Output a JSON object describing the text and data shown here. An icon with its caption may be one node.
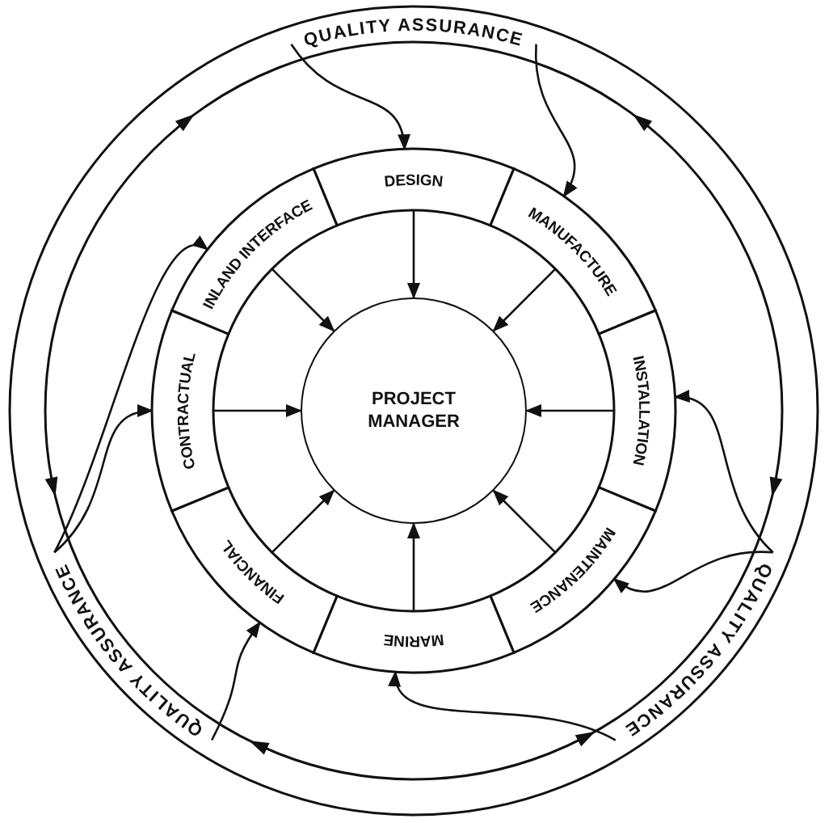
{
  "diagram": {
    "nodes": [
      {
        "text": [
          "QUALITY ASSURANCE"
        ]
      },
      {
        "text": [
          "QUALITY ASSURANCE"
        ]
      },
      {
        "text": [
          "QUALITY ASSURANCE"
        ]
      },
      {
        "text": [
          "DESIGN"
        ]
      },
      {
        "text": [
          "MANUFACTURE"
        ]
      },
      {
        "text": [
          "INSTALLATION"
        ]
      },
      {
        "text": [
          "MAINTENANCE"
        ]
      },
      {
        "text": [
          "MARINE"
        ]
      },
      {
        "text": [
          "FINANCIAL"
        ]
      },
      {
        "text": [
          "CONTRACTUAL"
        ]
      },
      {
        "text": [
          "INLAND INTERFACE"
        ]
      },
      {
        "text": [
          "PROJECT MANAGER"
        ]
      }
    ],
    "edges": [
      {
        "from": 0,
        "to": 3,
        "arrow": "to"
      },
      {
        "from": 0,
        "to": 4,
        "arrow": "to"
      },
      {
        "from": 2,
        "to": 5,
        "arrow": "to"
      },
      {
        "from": 2,
        "to": 6,
        "arrow": "to"
      },
      {
        "from": 2,
        "to": 7,
        "arrow": "to"
      },
      {
        "from": 1,
        "to": 8,
        "arrow": "to"
      },
      {
        "from": 1,
        "to": 9,
        "arrow": "to"
      },
      {
        "from": 1,
        "to": 10,
        "arrow": "to"
      },
      {
        "from": 3,
        "to": 11,
        "arrow": "to"
      },
      {
        "from": 4,
        "to": 11,
        "arrow": "to"
      },
      {
        "from": 5,
        "to": 11,
        "arrow": "to"
      },
      {
        "from": 6,
        "to": 11,
        "arrow": "to"
      },
      {
        "from": 7,
        "to": 11,
        "arrow": "to"
      },
      {
        "from": 8,
        "to": 11,
        "arrow": "to"
      },
      {
        "from": 9,
        "to": 11,
        "arrow": "to"
      },
      {
        "from": 10,
        "to": 11,
        "arrow": "to"
      }
    ]
  }
}
